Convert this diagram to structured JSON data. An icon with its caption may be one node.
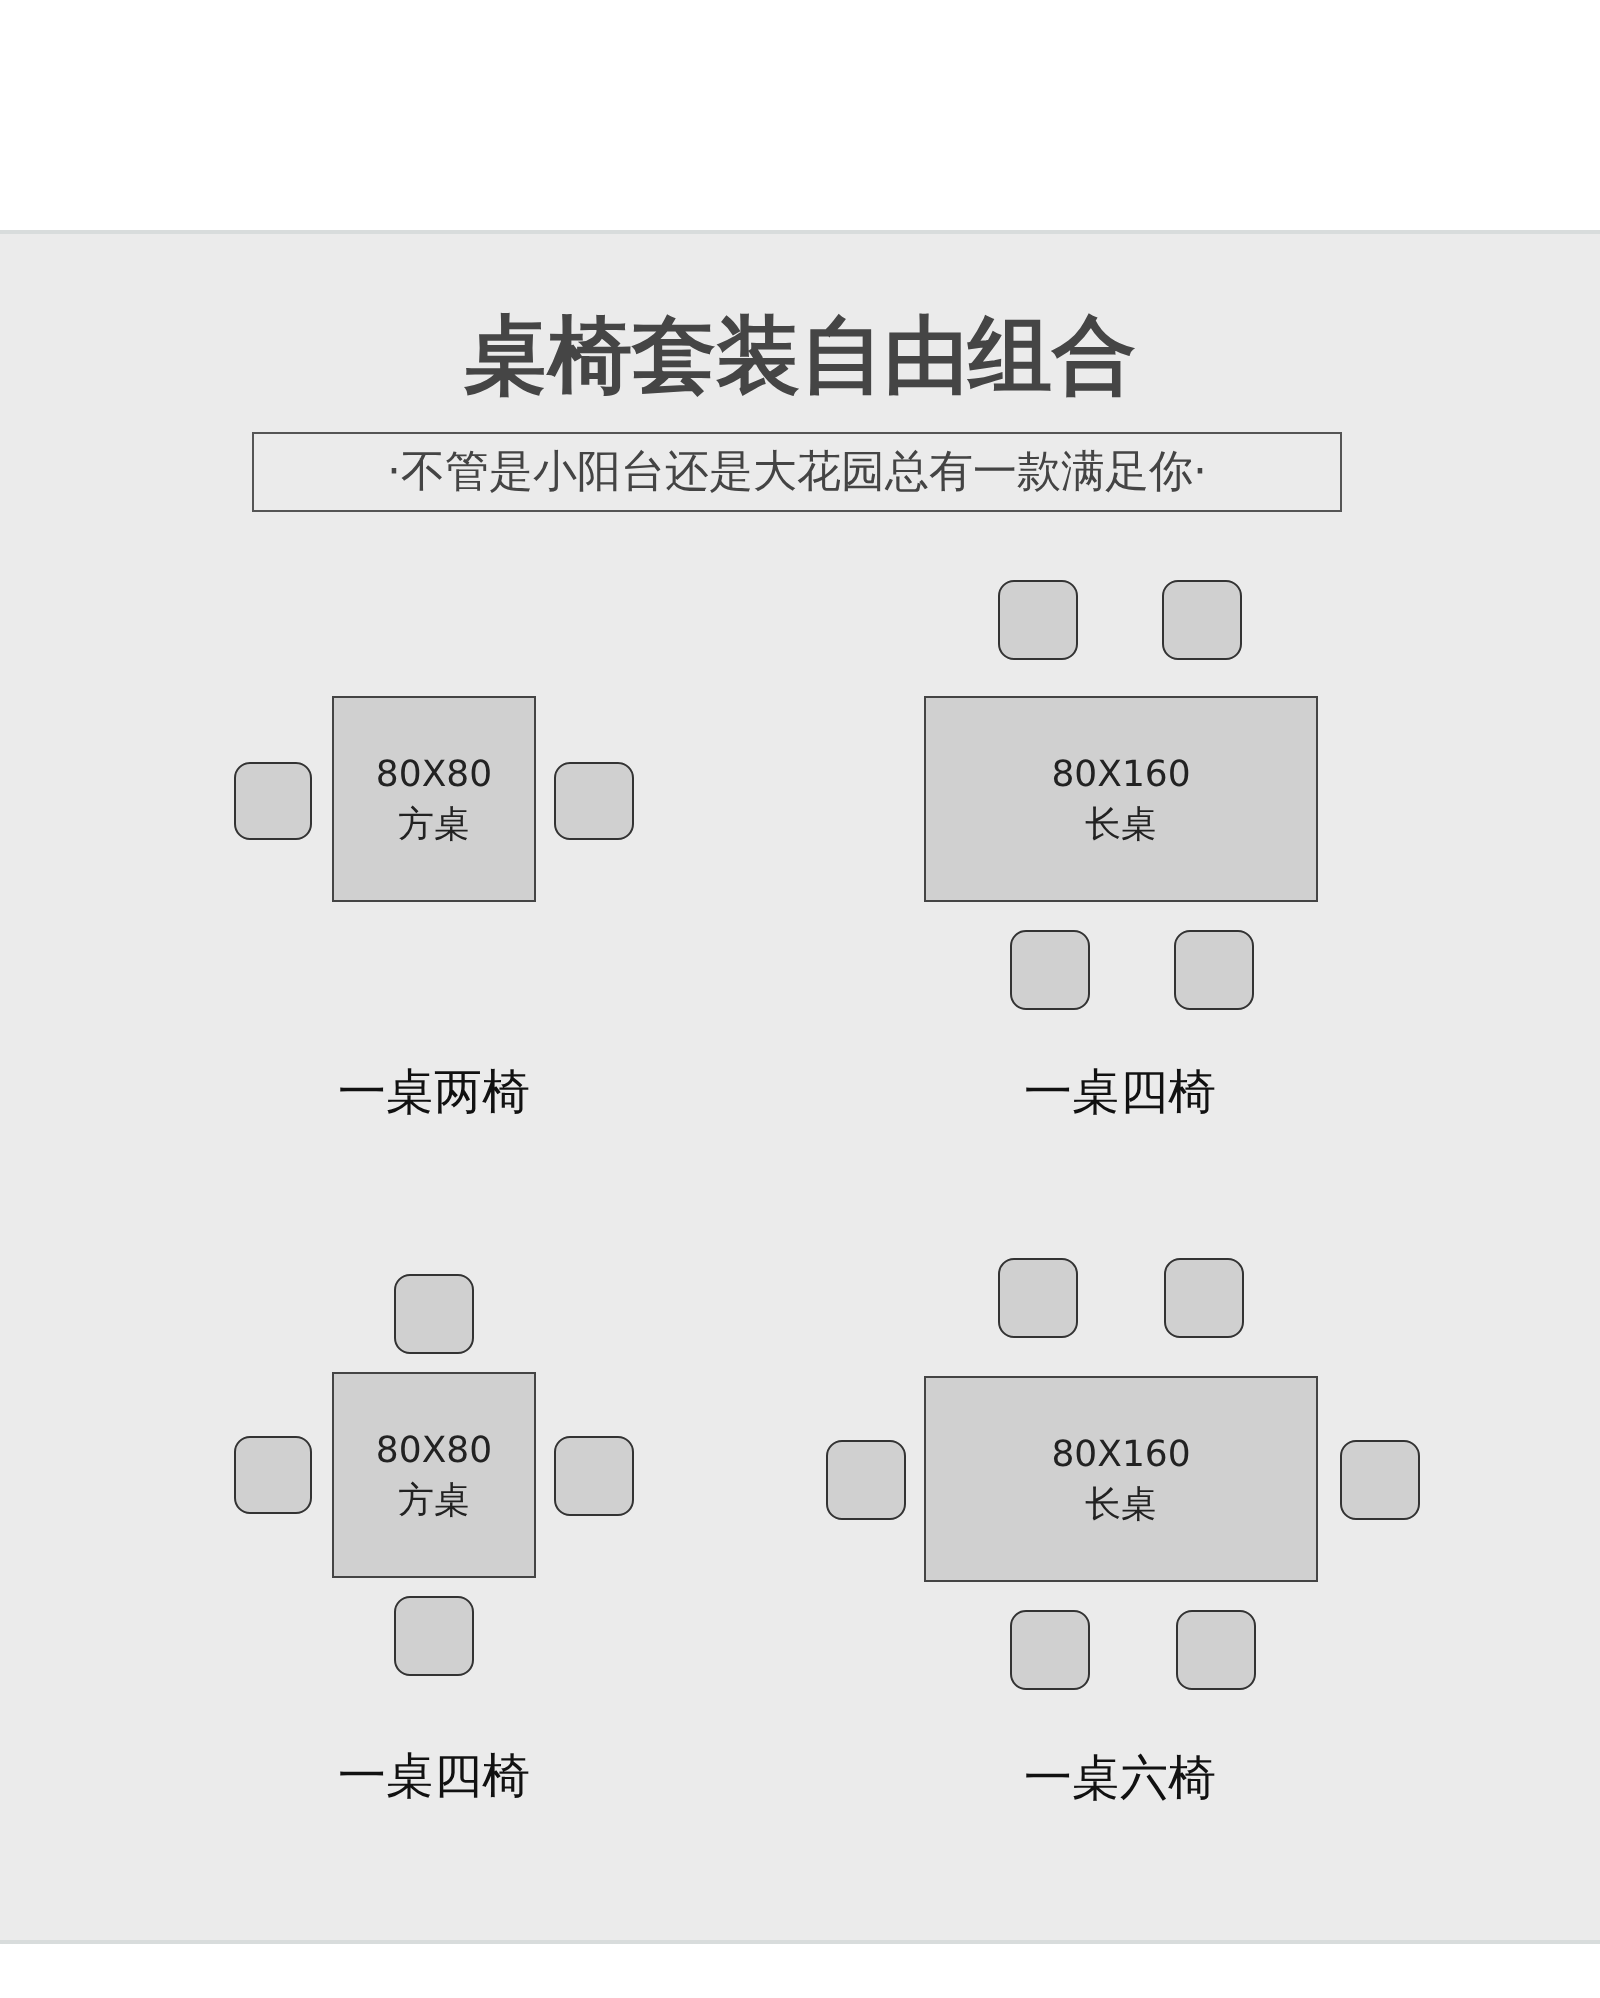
{
  "diagram": {
    "title": "桌椅套装自由组合",
    "nodes": [
      {
        "text": [
          "·不管是小阳台还是大花园总有一款满足你·"
        ]
      },
      {
        "text": [],
        "shape": "box"
      },
      {
        "text": [
          "80X80",
          "方桌"
        ]
      },
      {
        "text": [],
        "shape": "box"
      },
      {
        "text": [],
        "shape": "box"
      },
      {
        "text": [],
        "shape": "box"
      },
      {
        "text": [
          "80X160",
          "长桌"
        ]
      },
      {
        "text": [],
        "shape": "box"
      },
      {
        "text": [],
        "shape": "box"
      },
      {
        "text": [],
        "shape": "box"
      },
      {
        "text": [],
        "shape": "box"
      },
      {
        "text": [
          "80X80",
          "方桌"
        ]
      },
      {
        "text": [],
        "shape": "box"
      },
      {
        "text": [],
        "shape": "box"
      },
      {
        "text": [],
        "shape": "box"
      },
      {
        "text": [],
        "shape": "box"
      },
      {
        "text": [],
        "shape": "box"
      },
      {
        "text": [
          "80X160",
          "长桌"
        ]
      },
      {
        "text": [],
        "shape": "box"
      },
      {
        "text": [],
        "shape": "box"
      },
      {
        "text": [],
        "shape": "box"
      }
    ],
    "edges": [],
    "labels": [
      "一桌两椅",
      "一桌四椅",
      "一桌四椅",
      "一桌六椅"
    ]
  }
}
